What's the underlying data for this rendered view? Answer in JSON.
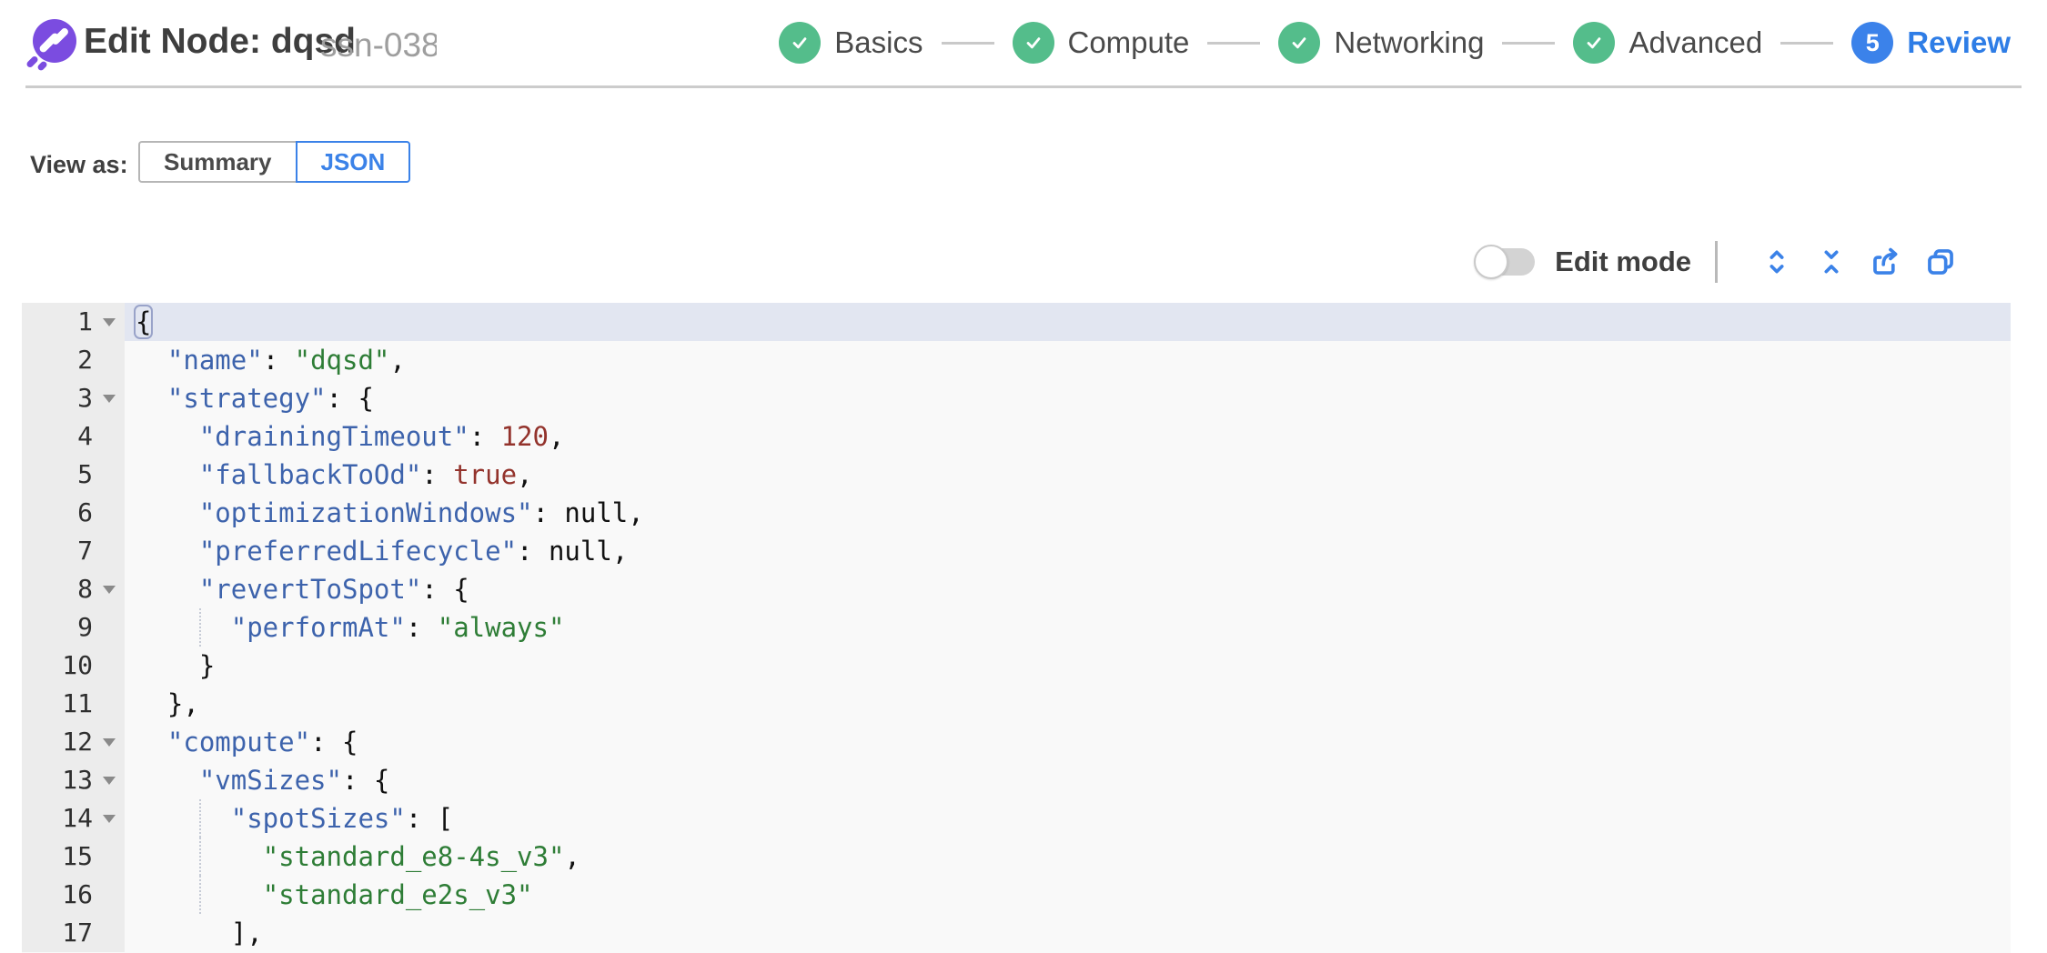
{
  "header": {
    "title": "Edit Node: dqsd",
    "subtitle": "ssn-038",
    "steps": [
      {
        "label": "Basics",
        "state": "done"
      },
      {
        "label": "Compute",
        "state": "done"
      },
      {
        "label": "Networking",
        "state": "done"
      },
      {
        "label": "Advanced",
        "state": "done"
      },
      {
        "label": "Review",
        "state": "current",
        "number": "5"
      }
    ]
  },
  "view_as": {
    "label": "View as:",
    "options": [
      {
        "label": "Summary",
        "selected": false
      },
      {
        "label": "JSON",
        "selected": true
      }
    ]
  },
  "toolbar": {
    "edit_mode_label": "Edit mode",
    "edit_mode_on": false,
    "icons": [
      "expand-all",
      "collapse-all",
      "export",
      "copy"
    ]
  },
  "colors": {
    "brand_purple": "#7b4ce0",
    "step_done_green": "#54bd8b",
    "step_current_blue": "#3b82ea",
    "accent_blue": "#3b82e8",
    "editor_bg": "#f9f9f9",
    "gutter_bg": "#ececec",
    "active_line_bg": "#e2e6f1",
    "token_key": "#3d63ac",
    "token_string": "#2e7d36",
    "token_number": "#93332c"
  },
  "editor": {
    "lines": [
      {
        "n": 1,
        "fold": true,
        "active": true,
        "toks": [
          [
            "p",
            "{",
            "hi"
          ]
        ]
      },
      {
        "n": 2,
        "toks": [
          [
            "p",
            "  "
          ],
          [
            "k",
            "\"name\""
          ],
          [
            "p",
            ": "
          ],
          [
            "s",
            "\"dqsd\""
          ],
          [
            "p",
            ","
          ]
        ]
      },
      {
        "n": 3,
        "fold": true,
        "toks": [
          [
            "p",
            "  "
          ],
          [
            "k",
            "\"strategy\""
          ],
          [
            "p",
            ": {"
          ]
        ]
      },
      {
        "n": 4,
        "toks": [
          [
            "p",
            "    "
          ],
          [
            "k",
            "\"drainingTimeout\""
          ],
          [
            "p",
            ": "
          ],
          [
            "n",
            "120"
          ],
          [
            "p",
            ","
          ]
        ]
      },
      {
        "n": 5,
        "toks": [
          [
            "p",
            "    "
          ],
          [
            "k",
            "\"fallbackToOd\""
          ],
          [
            "p",
            ": "
          ],
          [
            "n",
            "true"
          ],
          [
            "p",
            ","
          ]
        ]
      },
      {
        "n": 6,
        "toks": [
          [
            "p",
            "    "
          ],
          [
            "k",
            "\"optimizationWindows\""
          ],
          [
            "p",
            ": "
          ],
          [
            "u",
            "null"
          ],
          [
            "p",
            ","
          ]
        ]
      },
      {
        "n": 7,
        "toks": [
          [
            "p",
            "    "
          ],
          [
            "k",
            "\"preferredLifecycle\""
          ],
          [
            "p",
            ": "
          ],
          [
            "u",
            "null"
          ],
          [
            "p",
            ","
          ]
        ]
      },
      {
        "n": 8,
        "fold": true,
        "toks": [
          [
            "p",
            "    "
          ],
          [
            "k",
            "\"revertToSpot\""
          ],
          [
            "p",
            ": {"
          ]
        ]
      },
      {
        "n": 9,
        "guides": [
          4
        ],
        "toks": [
          [
            "p",
            "      "
          ],
          [
            "k",
            "\"performAt\""
          ],
          [
            "p",
            ": "
          ],
          [
            "s",
            "\"always\""
          ]
        ]
      },
      {
        "n": 10,
        "toks": [
          [
            "p",
            "    }"
          ]
        ]
      },
      {
        "n": 11,
        "toks": [
          [
            "p",
            "  },"
          ]
        ]
      },
      {
        "n": 12,
        "fold": true,
        "toks": [
          [
            "p",
            "  "
          ],
          [
            "k",
            "\"compute\""
          ],
          [
            "p",
            ": {"
          ]
        ]
      },
      {
        "n": 13,
        "fold": true,
        "toks": [
          [
            "p",
            "    "
          ],
          [
            "k",
            "\"vmSizes\""
          ],
          [
            "p",
            ": {"
          ]
        ]
      },
      {
        "n": 14,
        "fold": true,
        "guides": [
          4
        ],
        "toks": [
          [
            "p",
            "      "
          ],
          [
            "k",
            "\"spotSizes\""
          ],
          [
            "p",
            ": ["
          ]
        ]
      },
      {
        "n": 15,
        "guides": [
          4
        ],
        "toks": [
          [
            "p",
            "        "
          ],
          [
            "s",
            "\"standard_e8-4s_v3\""
          ],
          [
            "p",
            ","
          ]
        ]
      },
      {
        "n": 16,
        "guides": [
          4
        ],
        "toks": [
          [
            "p",
            "        "
          ],
          [
            "s",
            "\"standard_e2s_v3\""
          ]
        ]
      },
      {
        "n": 17,
        "toks": [
          [
            "p",
            "      ],"
          ]
        ]
      }
    ]
  }
}
